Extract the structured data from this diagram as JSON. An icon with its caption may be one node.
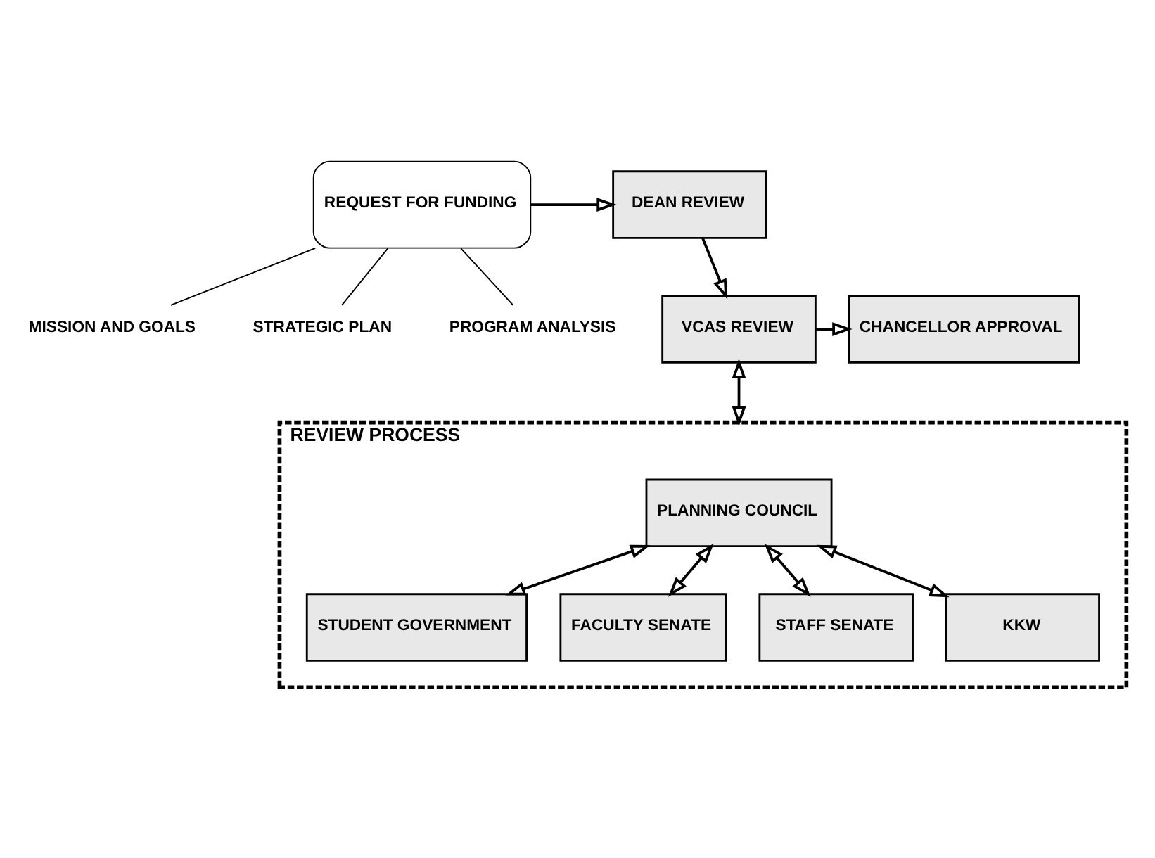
{
  "diagram": {
    "nodes": [
      {
        "text": [
          "REQUEST FOR FUNDING"
        ]
      },
      {
        "text": [
          "DEAN REVIEW"
        ]
      },
      {
        "text": [
          "VCAS REVIEW"
        ]
      },
      {
        "text": [
          "CHANCELLOR APPROVAL"
        ]
      },
      {
        "text": [
          "MISSION AND GOALS"
        ]
      },
      {
        "text": [
          "STRATEGIC PLAN"
        ]
      },
      {
        "text": [
          "PROGRAM ANALYSIS"
        ]
      },
      {
        "text": [
          "REVIEW PROCESS"
        ]
      },
      {
        "text": [
          "PLANNING COUNCIL"
        ],
        "in": 7
      },
      {
        "text": [
          "STUDENT GOVERNMENT"
        ],
        "in": 7
      },
      {
        "text": [
          "FACULTY SENATE"
        ],
        "in": 7
      },
      {
        "text": [
          "STAFF SENATE"
        ],
        "in": 7
      },
      {
        "text": [
          "KKW"
        ],
        "in": 7
      }
    ],
    "edges": [
      {
        "from": 0,
        "to": 1,
        "arrow": "to"
      },
      {
        "from": 1,
        "to": 2,
        "arrow": "to"
      },
      {
        "from": 2,
        "to": 3,
        "arrow": "to"
      },
      {
        "from": 0,
        "to": 4,
        "arrow": "none"
      },
      {
        "from": 0,
        "to": 5,
        "arrow": "none"
      },
      {
        "from": 0,
        "to": 6,
        "arrow": "none"
      },
      {
        "from": 2,
        "to": 7,
        "arrow": "both"
      },
      {
        "from": 8,
        "to": 9,
        "arrow": "both"
      },
      {
        "from": 8,
        "to": 10,
        "arrow": "both"
      },
      {
        "from": 8,
        "to": 11,
        "arrow": "both"
      },
      {
        "from": 8,
        "to": 12,
        "arrow": "both"
      }
    ]
  }
}
